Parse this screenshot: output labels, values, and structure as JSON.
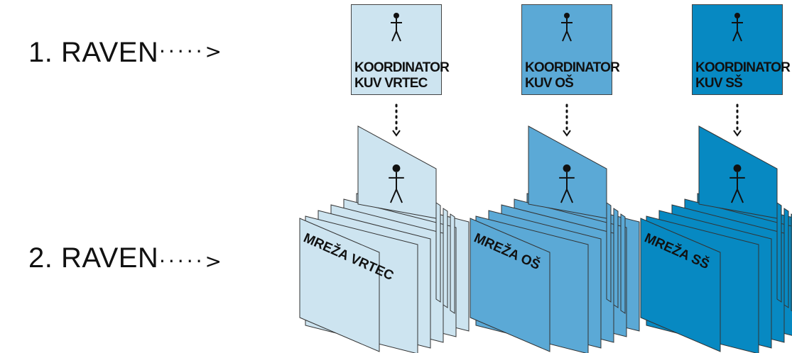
{
  "levels": [
    {
      "label": "1. RAVEN",
      "arrow": "·····>"
    },
    {
      "label": "2. RAVEN",
      "arrow": "·····>"
    }
  ],
  "columns": [
    {
      "coordinator_line1": "KOORDINATOR",
      "coordinator_line2": "KUV VRTEC",
      "network": "MREŽA VRTEC",
      "color": "#cde4f0"
    },
    {
      "coordinator_line1": "KOORDINATOR",
      "coordinator_line2": "KUV OŠ",
      "network": "MREŽA OŠ",
      "color": "#5ba9d6"
    },
    {
      "coordinator_line1": "KOORDINATOR",
      "coordinator_line2": "KUV SŠ",
      "network": "MREŽA SŠ",
      "color": "#0789c2"
    }
  ]
}
